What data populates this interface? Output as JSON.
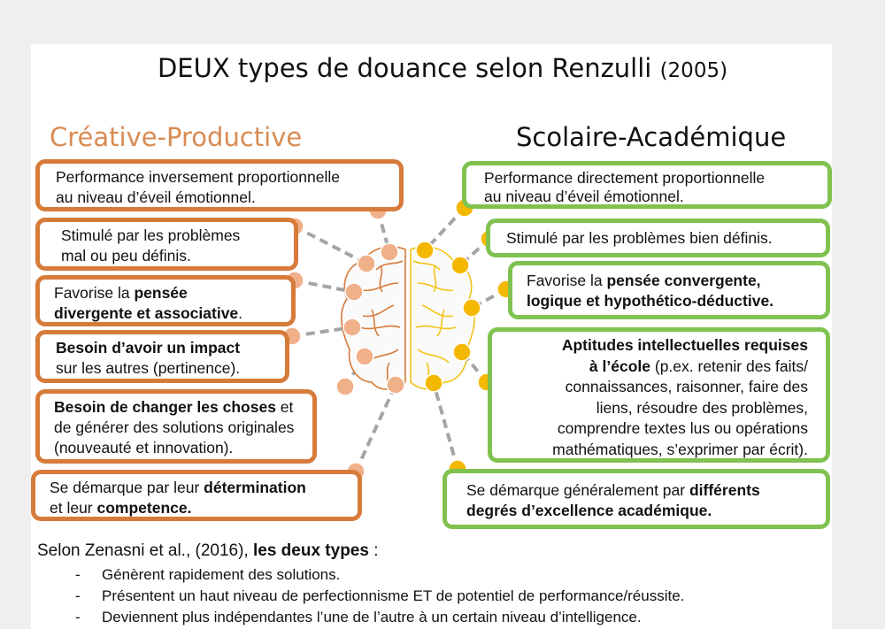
{
  "title": {
    "main": "DEUX types de douance selon Renzulli",
    "year": "(2005)"
  },
  "left": {
    "heading": "Créative-Productive",
    "boxes": [
      {
        "s": [
          "Performance inversement proportionnelle",
          "au niveau d’éveil émotionnel."
        ]
      },
      {
        "s": [
          "Stimulé par les problèmes",
          "mal ou peu définis."
        ]
      },
      {
        "s": [
          "Favorise la ",
          "pensée",
          "divergente et associative",
          "."
        ]
      },
      {
        "s": [
          "Besoin d’avoir un impact",
          "sur les autres (pertinence)."
        ]
      },
      {
        "s": [
          "Besoin de changer les choses",
          " et",
          "de générer des solutions originales",
          "(nouveauté et innovation)."
        ]
      },
      {
        "s": [
          "Se démarque par leur ",
          "détermination",
          "et leur ",
          "competence."
        ]
      }
    ]
  },
  "right": {
    "heading": "Scolaire-Académique",
    "boxes": [
      {
        "s": [
          "Performance directement proportionnelle",
          "au niveau d’éveil émotionnel."
        ]
      },
      {
        "s": [
          "Stimulé par les problèmes bien définis."
        ]
      },
      {
        "s": [
          "Favorise la ",
          "pensée convergente,",
          "logique et hypothético-déductive."
        ]
      },
      {
        "s": [
          "Aptitudes intellectuelles requises",
          "à l’école",
          " (p.ex. retenir des faits/",
          "connaissances, raisonner, faire des",
          "liens, résoudre des problèmes,",
          "comprendre textes lus ou opérations",
          "mathématiques, s’exprimer par écrit)."
        ]
      },
      {
        "s": [
          "Se démarque généralement par ",
          "différents",
          "degrés d’excellence académique."
        ]
      }
    ]
  },
  "footer": {
    "intro": "Selon Zenasni et al., (2016), ",
    "intro_bold": "les deux types",
    "intro_end": " :",
    "dash": "-",
    "bullets": [
      "Génèrent rapidement des solutions.",
      "Présentent un haut niveau de perfectionnisme ET de potentiel de performance/réussite.",
      "Deviennent plus indépendantes l’une de l’autre à un certain niveau d’intelligence."
    ]
  },
  "colors": {
    "orange": "#d67b3a",
    "green": "#80c250",
    "orange_dot": "#f0b08a",
    "yellow_dot": "#f5b800"
  }
}
